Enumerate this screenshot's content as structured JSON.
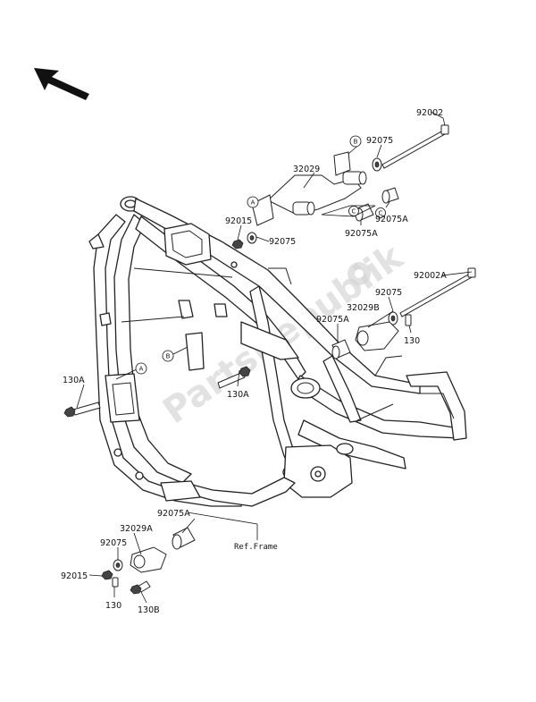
{
  "labels": {
    "l92002": "92002",
    "l92075_top": "92075",
    "l32029": "32029",
    "l92015_top": "92015",
    "l92075_mid": "92075",
    "l92075A_top": "92075A",
    "l92075A_mid": "92075A",
    "l92002A": "92002A",
    "l92075_right": "92075",
    "l32029B": "32029B",
    "l92075A_right": "92075A",
    "l130_right": "130",
    "l130A_left": "130A",
    "l130A_center": "130A",
    "l92075A_bottom": "92075A",
    "l32029A": "32029A",
    "l92075_bottom": "92075",
    "l92015_bottom": "92015",
    "l130_bottom": "130",
    "l130B": "130B",
    "ref_frame": "Ref.Frame"
  },
  "callouts": {
    "A_top": "A",
    "B_top": "B",
    "C_top1": "C",
    "C_top2": "C",
    "A_frame": "A",
    "B_frame": "B"
  },
  "watermark": "PartsRepublik",
  "icons": {
    "orientation": "direction-arrow-icon"
  }
}
